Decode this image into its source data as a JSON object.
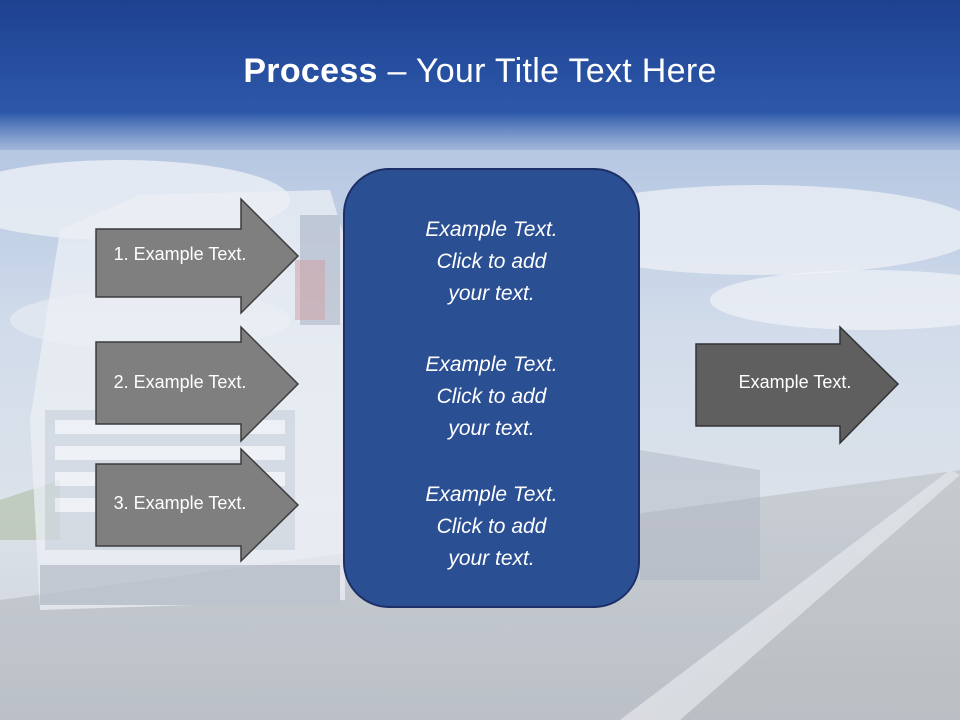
{
  "title": {
    "bold": "Process",
    "rest": " – Your Title Text Here"
  },
  "left_arrows": [
    {
      "label": "1. Example Text."
    },
    {
      "label": "2. Example Text."
    },
    {
      "label": "3. Example Text."
    }
  ],
  "center_box": {
    "blocks": [
      {
        "lines": [
          "Example Text.",
          "Click  to add",
          "your text."
        ]
      },
      {
        "lines": [
          "Example Text.",
          "Click  to add",
          "your text."
        ]
      },
      {
        "lines": [
          "Example Text.",
          "Click  to add",
          "your text."
        ]
      }
    ]
  },
  "right_arrow": {
    "label": "Example Text."
  },
  "colors": {
    "title_band": "#2c56a8",
    "center_box": "#2b4f93",
    "left_arrow_fill": "#7f7f7f",
    "right_arrow_fill": "#5f5f5f"
  }
}
